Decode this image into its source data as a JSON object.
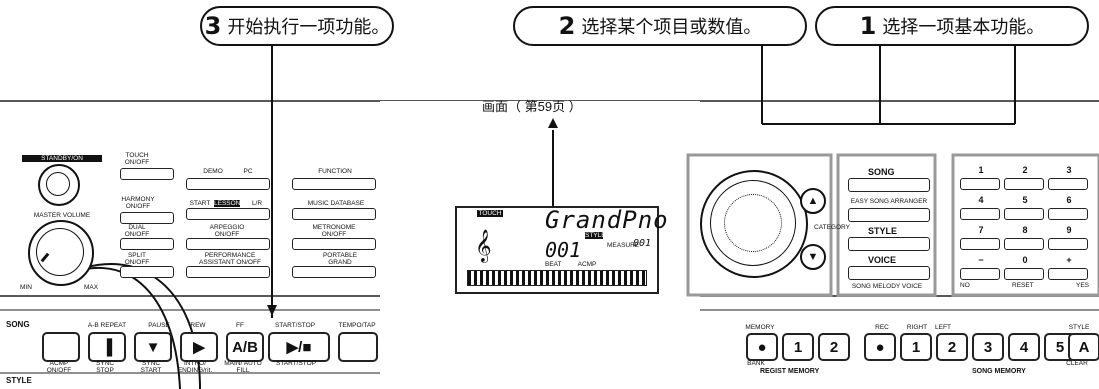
{
  "callouts": {
    "c3": {
      "num": "3",
      "text": "开始执行一项功能。"
    },
    "c2": {
      "num": "2",
      "text": "选择某个项目或数值。"
    },
    "c1": {
      "num": "1",
      "text": "选择一项基本功能。"
    }
  },
  "screen_caption": "画面（ 第59页 ）",
  "left_panel": {
    "standby": "STANDBY/ON",
    "master_volume": "MASTER VOLUME",
    "min": "MIN",
    "max": "MAX"
  },
  "function_buttons": {
    "touch": "TOUCH ON/OFF",
    "demo": "DEMO",
    "pc": "PC",
    "function": "FUNCTION",
    "harmony": "HARMONY ON/OFF",
    "start_lesson": "START",
    "lesson_badge": "LESSON",
    "lr": "L/R",
    "music_database": "MUSIC DATABASE",
    "dual": "DUAL ON/OFF",
    "arpeggio": "ARPEGGIO ON/OFF",
    "metronome": "METRONOME ON/OFF",
    "split": "SPLIT ON/OFF",
    "performance_assistant": "PERFORMANCE ASSISTANT ON/OFF",
    "portable_grand": "PORTABLE GRAND"
  },
  "lcd": {
    "touch_tag": "TOUCH",
    "name": "GrandPno",
    "number": "001",
    "measure_label": "MEASURE",
    "measure_value": "001",
    "style_tag": "STYLE",
    "beat_label": "BEAT",
    "acmp_label": "ACMP"
  },
  "dial": {
    "category": "CATEGORY"
  },
  "mode_buttons": {
    "song": "SONG",
    "easy_song_arranger": "EASY SONG ARRANGER",
    "style": "STYLE",
    "voice": "VOICE",
    "song_melody_voice": "SONG MELODY VOICE"
  },
  "keypad": {
    "keys": [
      "1",
      "2",
      "3",
      "4",
      "5",
      "6",
      "7",
      "8",
      "9",
      "−",
      "0",
      "+"
    ],
    "no": "NO",
    "reset": "RESET",
    "yes": "YES"
  },
  "bottom_left": {
    "song": "SONG",
    "style": "STYLE",
    "ab_repeat": "A-B REPEAT",
    "pause": "PAUSE",
    "rew": "REW",
    "ff": "FF",
    "start_stop_top": "START/STOP",
    "tempo_tap": "TEMPO/TAP",
    "acmp": "ACMP ON/OFF",
    "sync_stop": "SYNC STOP",
    "sync_start": "SYNC START",
    "intro": "INTRO/ ENDING/rit.",
    "main": "MAIN/ AUTO FILL",
    "start_stop_bottom": "START/STOP",
    "ab_label": "A/B",
    "play_label": "▶/■"
  },
  "bottom_right": {
    "memory": "MEMORY",
    "bank": "BANK",
    "regist_memory": "REGIST MEMORY",
    "rec": "REC",
    "right": "RIGHT",
    "left": "LEFT",
    "style": "STYLE",
    "clear": "CLEAR",
    "song_memory": "SONG MEMORY",
    "regist_keys": [
      "●",
      "1",
      "2"
    ],
    "song_keys": [
      "●",
      "1",
      "2",
      "3",
      "4",
      "5",
      "A"
    ]
  }
}
